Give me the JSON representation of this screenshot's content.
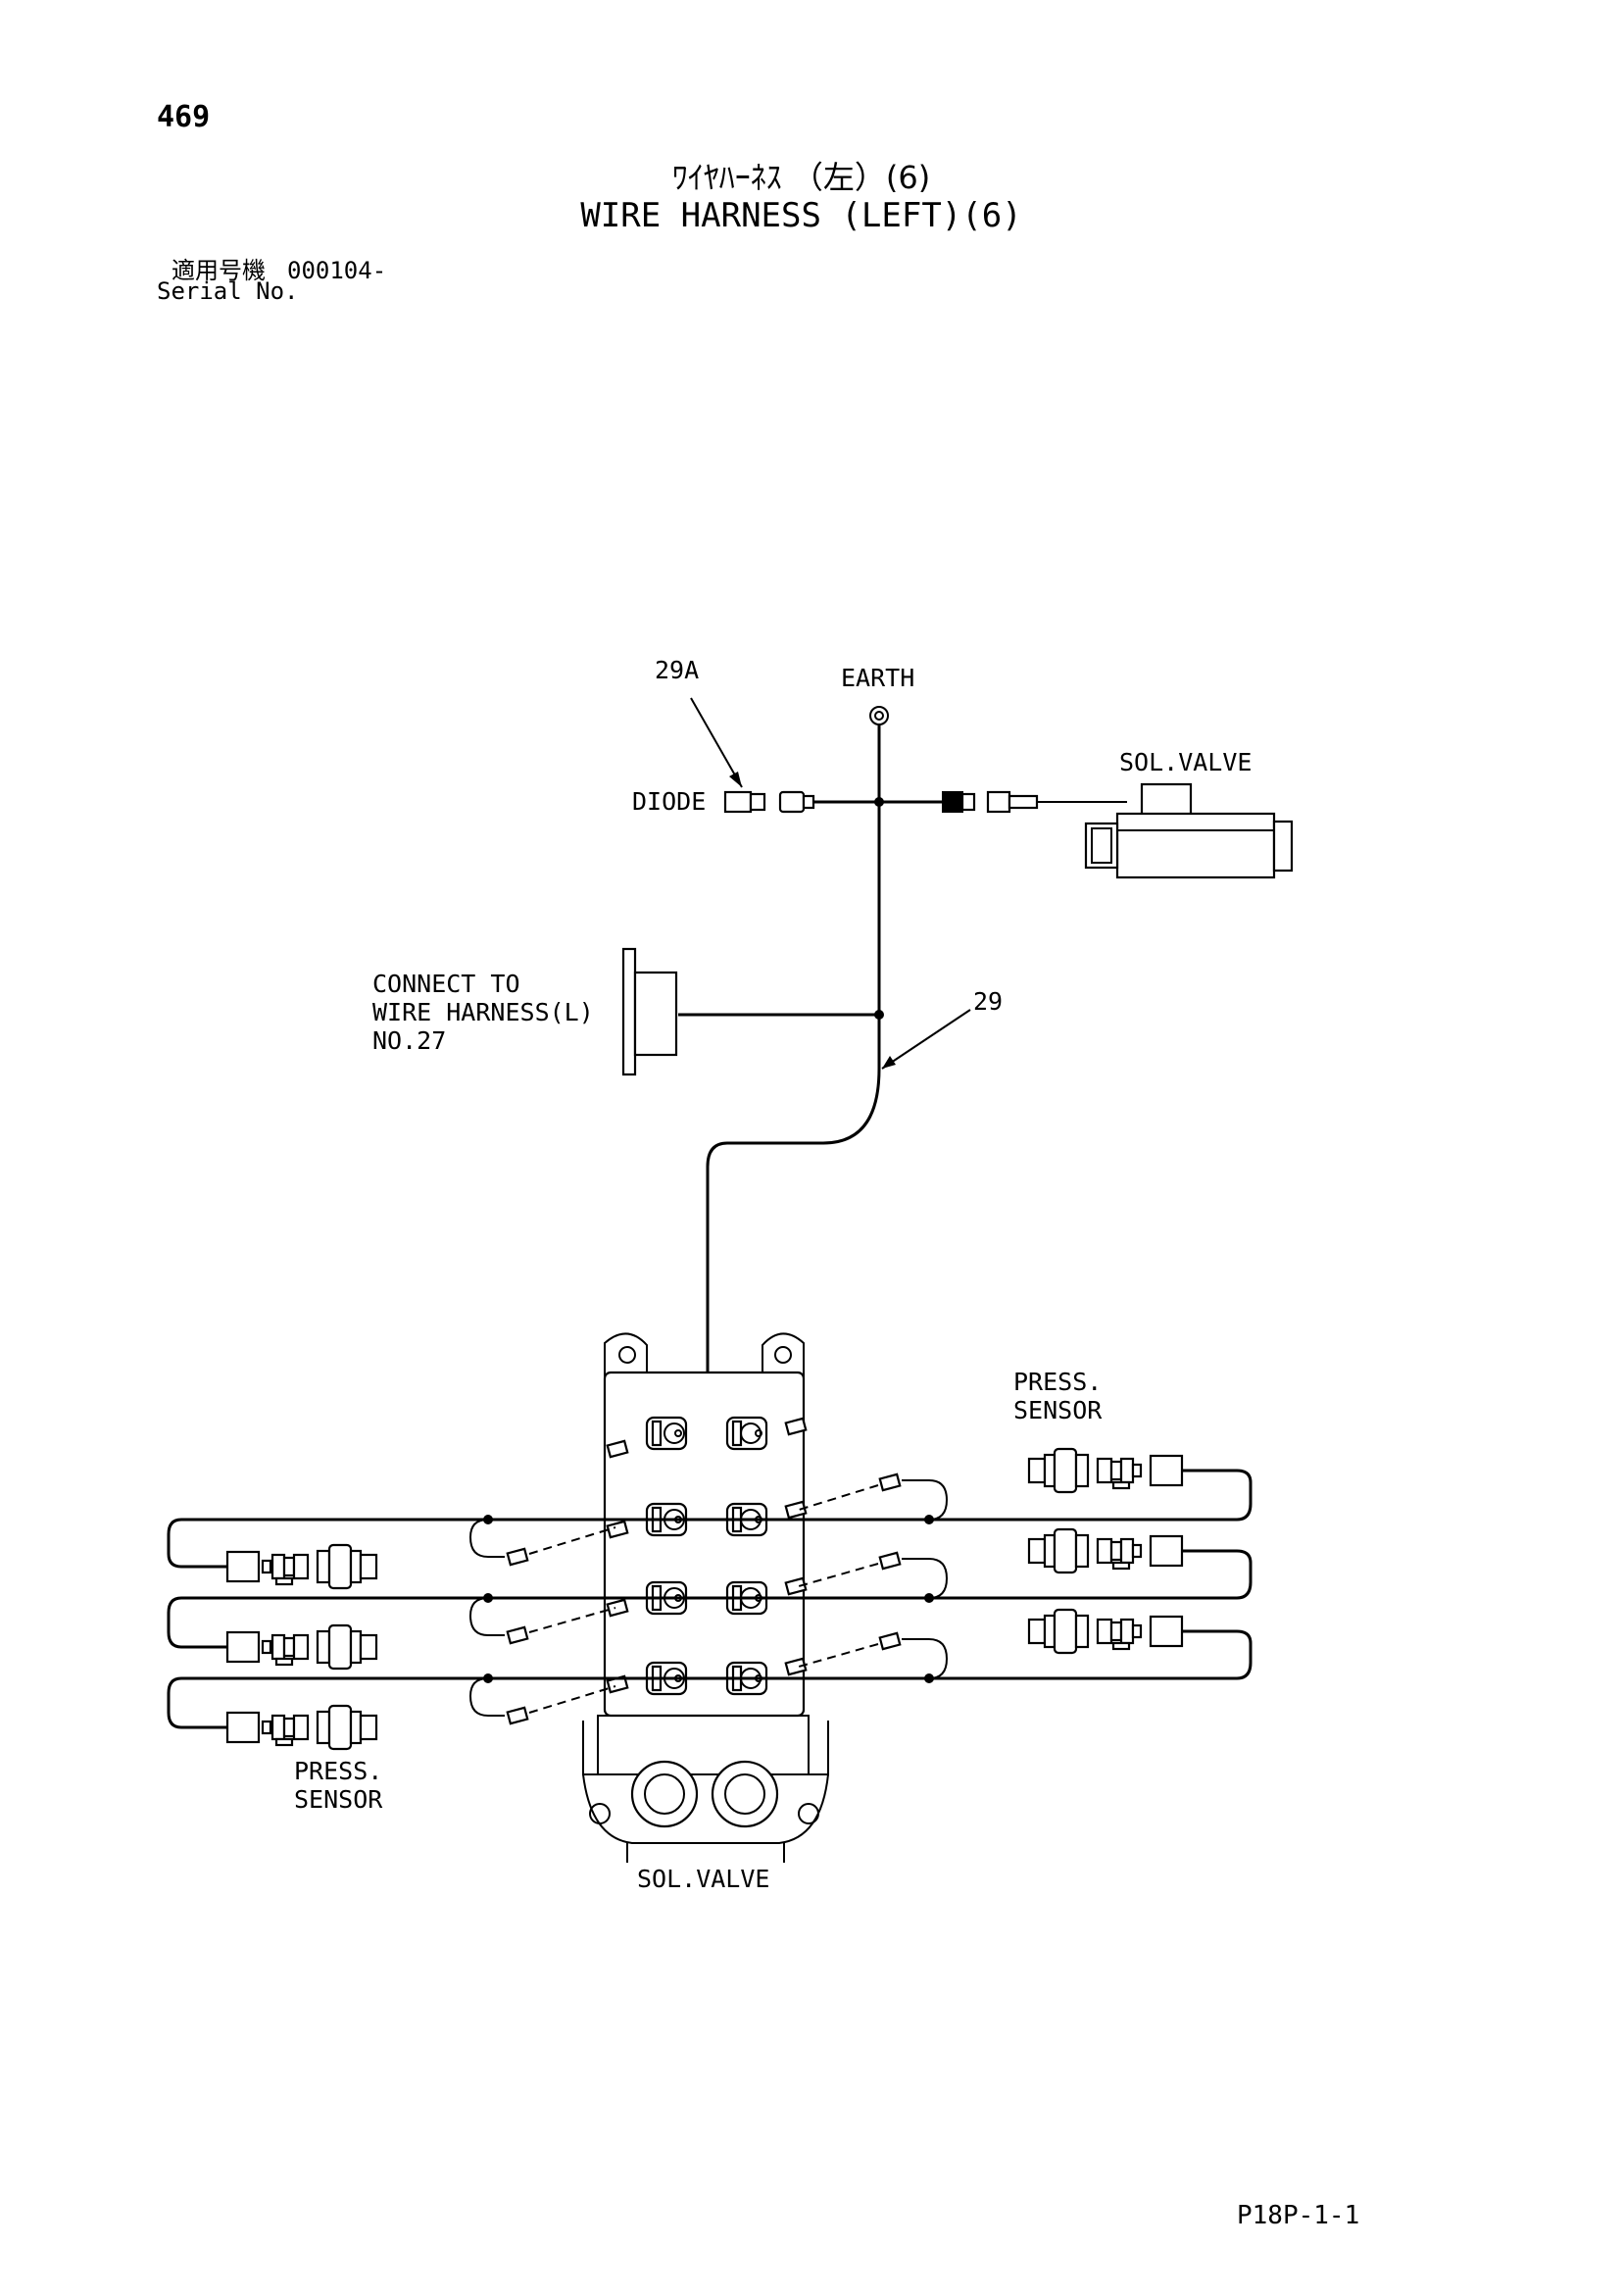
{
  "header": {
    "page_number": "469",
    "title_jp": "ﾜｲﾔﾊｰﾈｽ （左）(6)",
    "title_en": "WIRE HARNESS (LEFT)(6)",
    "serial_label_jp": "適用号機",
    "serial_value": "000104-",
    "serial_label_en": "Serial No."
  },
  "diagram": {
    "labels": {
      "part_29a": "29A",
      "earth": "EARTH",
      "diode": "DIODE",
      "sol_valve_top": "SOL.VALVE",
      "connect_line1": "CONNECT TO",
      "connect_line2": "WIRE HARNESS(L)",
      "connect_line3": "NO.27",
      "part_29": "29",
      "press_sensor_right_line1": "PRESS.",
      "press_sensor_right_line2": "SENSOR",
      "press_sensor_left_line1": "PRESS.",
      "press_sensor_left_line2": "SENSOR",
      "sol_valve_bottom": "SOL.VALVE"
    }
  },
  "footer": {
    "code": "P18P-1-1"
  }
}
